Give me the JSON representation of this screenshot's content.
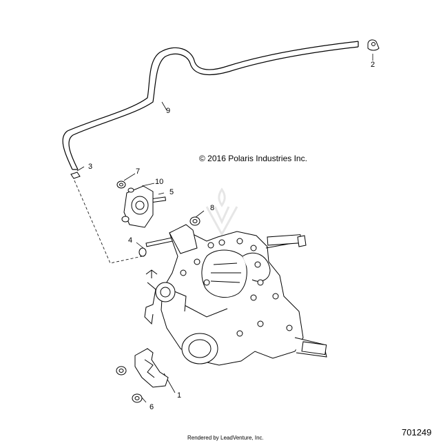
{
  "copyright": "© 2016 Polaris Industries Inc.",
  "figure_id": "701249",
  "rendered_by": "Rendered by LeadVenture, Inc.",
  "callouts": {
    "c1": "1",
    "c2": "2",
    "c3": "3",
    "c4": "4",
    "c5": "5",
    "c6": "6",
    "c7": "7",
    "c8": "8",
    "c9": "9",
    "c10": "10"
  },
  "colors": {
    "line": "#000000",
    "background": "#ffffff",
    "watermark": "#e8e8e8"
  }
}
